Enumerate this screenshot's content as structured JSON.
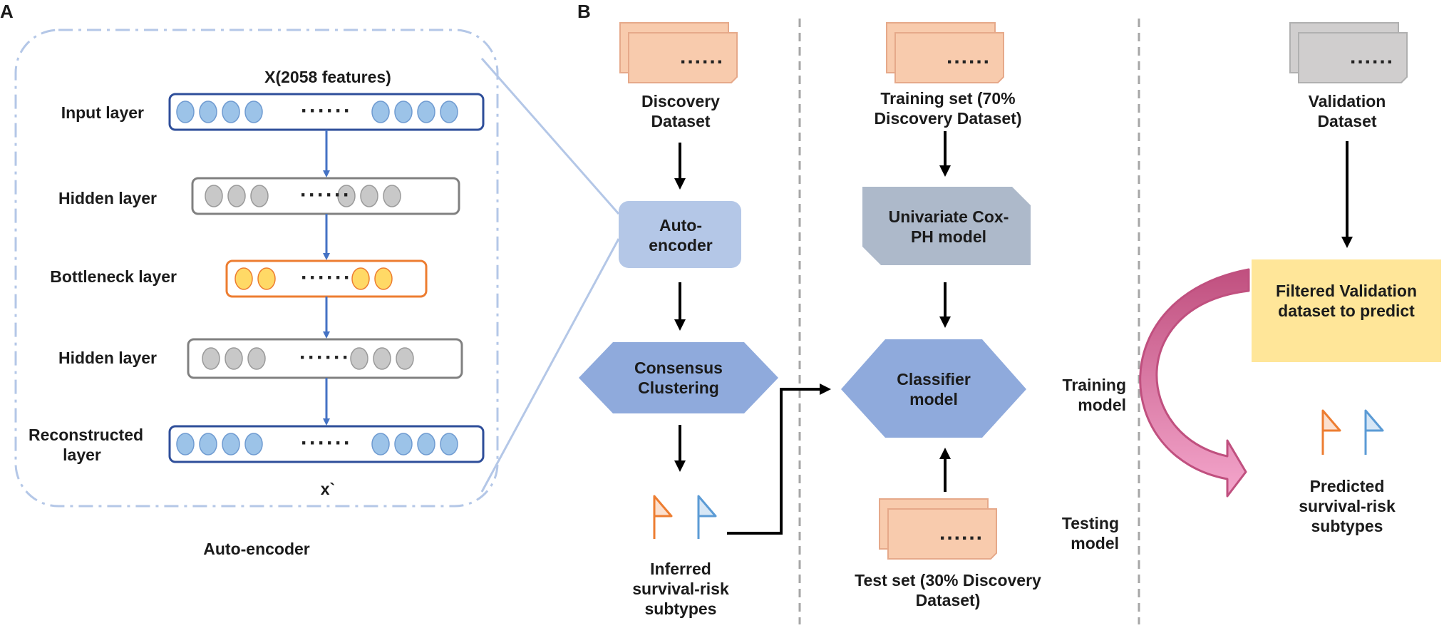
{
  "panels": {
    "a": "A",
    "b": "B"
  },
  "autoencoder": {
    "title": "Auto-encoder",
    "input_label": "X(2058 features)",
    "output_label": "x`",
    "dots": "······",
    "layers": [
      {
        "label": "Input layer",
        "color": "#2e4e9a",
        "node_color": "#9cc3e8"
      },
      {
        "label": "Hidden layer",
        "color": "#808080",
        "node_color": "#c8c8c8"
      },
      {
        "label": "Bottleneck layer",
        "color": "#ed7d31",
        "node_color": "#ffd966"
      },
      {
        "label": "Hidden layer",
        "color": "#808080",
        "node_color": "#c8c8c8"
      },
      {
        "label": "Reconstructed layer",
        "color": "#2e4e9a",
        "node_color": "#9cc3e8"
      }
    ]
  },
  "discovery": {
    "dataset_label": "Discovery Dataset",
    "doc_dots": "......",
    "autoencoder_label": "Auto-encoder",
    "clustering_label": "Consensus Clustering",
    "subtypes_label": "Inferred survival-risk subtypes"
  },
  "training": {
    "training_set_label": "Training set (70% Discovery Dataset)",
    "cox_label": "Univariate Cox-PH model",
    "classifier_label": "Classifier model",
    "training_model_label": "Training model",
    "testing_model_label": "Testing model",
    "test_set_label": "Test set (30% Discovery Dataset)",
    "doc_dots": "......"
  },
  "validation": {
    "dataset_label": "Validation Dataset",
    "filtered_label": "Filtered Validation dataset to predict",
    "predicted_label": "Predicted survival-risk subtypes",
    "doc_dots": "......"
  },
  "colors": {
    "doc_peach": "#f8cbad",
    "doc_grey": "#d0cece",
    "autoencoder_box": "#b4c7e7",
    "hexagon": "#8faadc",
    "cox_box": "#adb9ca",
    "filtered_box": "#ffe699",
    "flag_orange": "#ed7d31",
    "flag_blue": "#5b9bd5",
    "curve_arrow": "#e38fb4"
  }
}
